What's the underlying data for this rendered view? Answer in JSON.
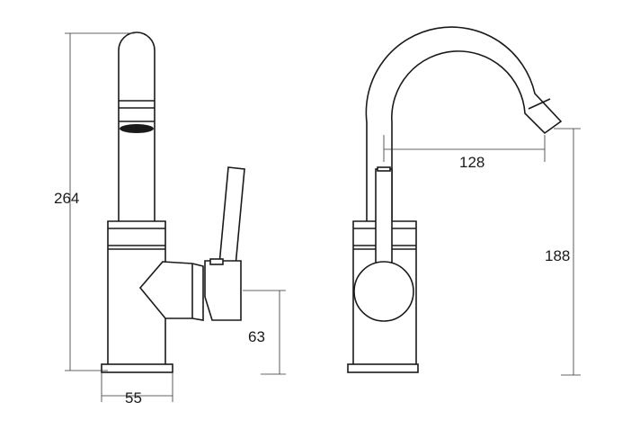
{
  "dimensions": {
    "height_total": "264",
    "spout_height": "188",
    "lever_height": "63",
    "base_width": "55",
    "spout_reach": "128"
  },
  "colors": {
    "line": "#1a1a1a",
    "background": "#ffffff"
  }
}
